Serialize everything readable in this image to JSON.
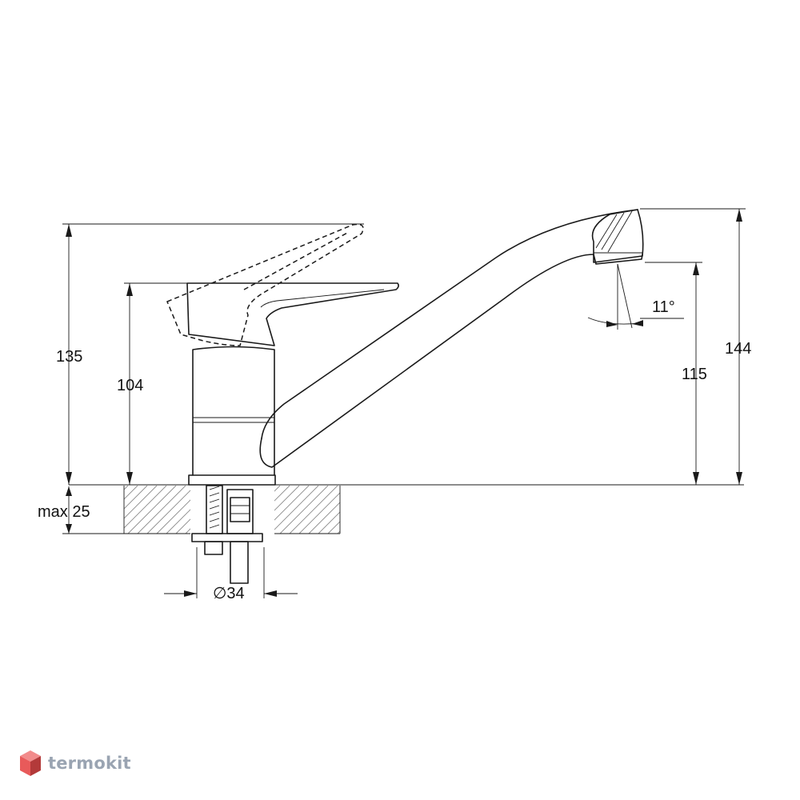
{
  "dimensions": {
    "total_height": "135",
    "body_height": "104",
    "countertop": "max 25",
    "diameter": "∅34",
    "spout_angle": "11°",
    "spout_height": "115",
    "spout_top": "144"
  },
  "brand": {
    "name": "termokit",
    "color": "#9aa4b2",
    "cube_colors": [
      "#e85a5a",
      "#f28b8b",
      "#b33a3a"
    ]
  },
  "line_color": "#1a1a1a"
}
